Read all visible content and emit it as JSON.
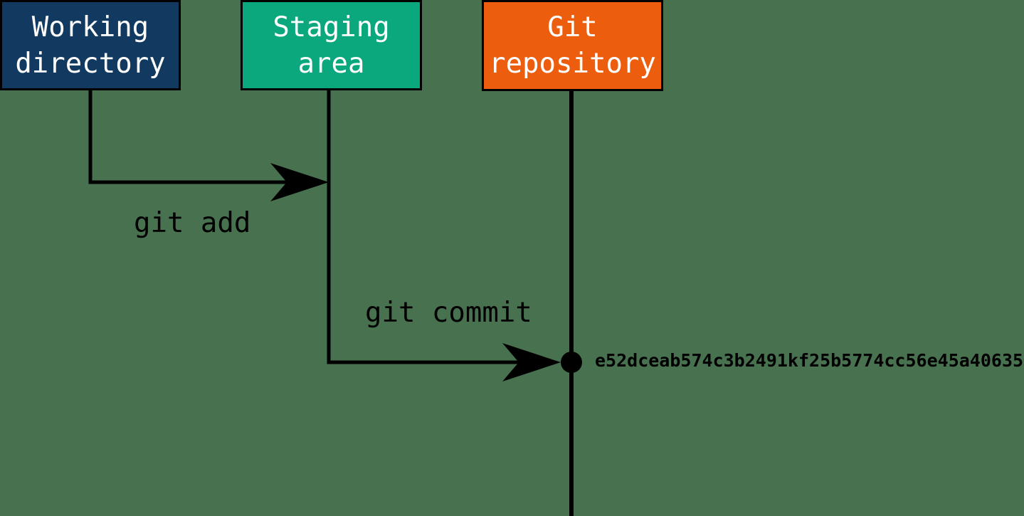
{
  "canvas": {
    "background_color": "#47714f",
    "line_color": "#000000"
  },
  "nodes": {
    "working_directory": {
      "label": "Working\ndirectory",
      "color": "#123a61"
    },
    "staging_area": {
      "label": "Staging\narea",
      "color": "#0ba77d"
    },
    "git_repository": {
      "label": "Git\nrepository",
      "color": "#ec5d0d"
    }
  },
  "edges": {
    "git_add": {
      "label": "git add",
      "from": "working_directory",
      "to": "staging_area"
    },
    "git_commit": {
      "label": "git commit",
      "from": "staging_area",
      "to": "git_repository"
    }
  },
  "commit": {
    "hash": "e52dceab574c3b2491kf25b5774cc56e45a40635"
  }
}
